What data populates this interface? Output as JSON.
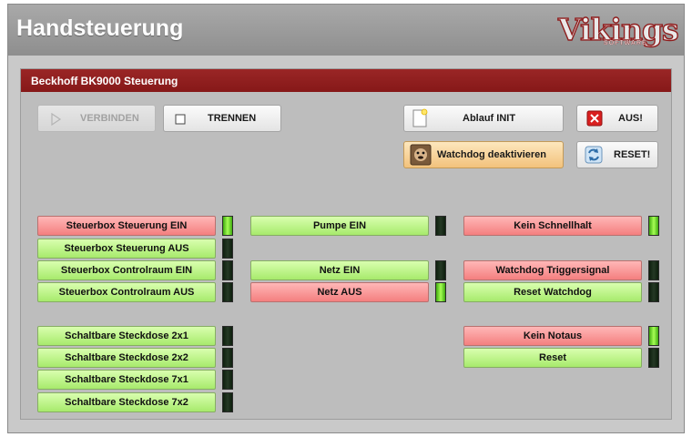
{
  "window": {
    "title": "Handsteuerung"
  },
  "logo": {
    "wordmark": "Vikings",
    "subtext": "SOFTWARE"
  },
  "panel": {
    "title": "Beckhoff BK9000 Steuerung"
  },
  "toolbar": {
    "connect": {
      "label": "VERBINDEN",
      "state": "disabled"
    },
    "disconnect": {
      "label": "TRENNEN"
    },
    "sequence_init": {
      "label": "Ablauf INIT"
    },
    "off": {
      "label": "AUS!"
    },
    "watchdog_disable": {
      "label": "Watchdog deaktivieren"
    },
    "reset": {
      "label": "RESET!"
    }
  },
  "colors": {
    "header": "#8e8e8e",
    "panel_header": "#8b1c1c",
    "control_active": "#f68a8a",
    "control_inactive": "#b5f07c",
    "led_lit": "#7fe22a",
    "led_dark": "#1a2c1a"
  },
  "controls": {
    "col1": [
      {
        "label": "Steuerbox Steuerung EIN",
        "state": "on",
        "led": "lit"
      },
      {
        "label": "Steuerbox Steuerung AUS",
        "state": "off",
        "led": "dark"
      },
      {
        "label": "Steuerbox Controlraum EIN",
        "state": "off",
        "led": "dark"
      },
      {
        "label": "Steuerbox Controlraum AUS",
        "state": "off",
        "led": "dark"
      },
      {
        "label": "Schaltbare Steckdose 2x1",
        "state": "off",
        "led": "dark"
      },
      {
        "label": "Schaltbare Steckdose 2x2",
        "state": "off",
        "led": "dark"
      },
      {
        "label": "Schaltbare Steckdose 7x1",
        "state": "off",
        "led": "dark"
      },
      {
        "label": "Schaltbare Steckdose 7x2",
        "state": "off",
        "led": "dark"
      }
    ],
    "col2": [
      {
        "label": "Pumpe EIN",
        "state": "off",
        "led": "dark"
      },
      {
        "label": "Netz EIN",
        "state": "off",
        "led": "dark"
      },
      {
        "label": "Netz AUS",
        "state": "on",
        "led": "lit"
      }
    ],
    "col3": [
      {
        "label": "Kein Schnellhalt",
        "state": "on",
        "led": "lit"
      },
      {
        "label": "Watchdog Triggersignal",
        "state": "on",
        "led": "dark"
      },
      {
        "label": "Reset Watchdog",
        "state": "off",
        "led": "dark"
      },
      {
        "label": "Kein Notaus",
        "state": "on",
        "led": "lit"
      },
      {
        "label": "Reset",
        "state": "off",
        "led": "dark"
      }
    ]
  }
}
